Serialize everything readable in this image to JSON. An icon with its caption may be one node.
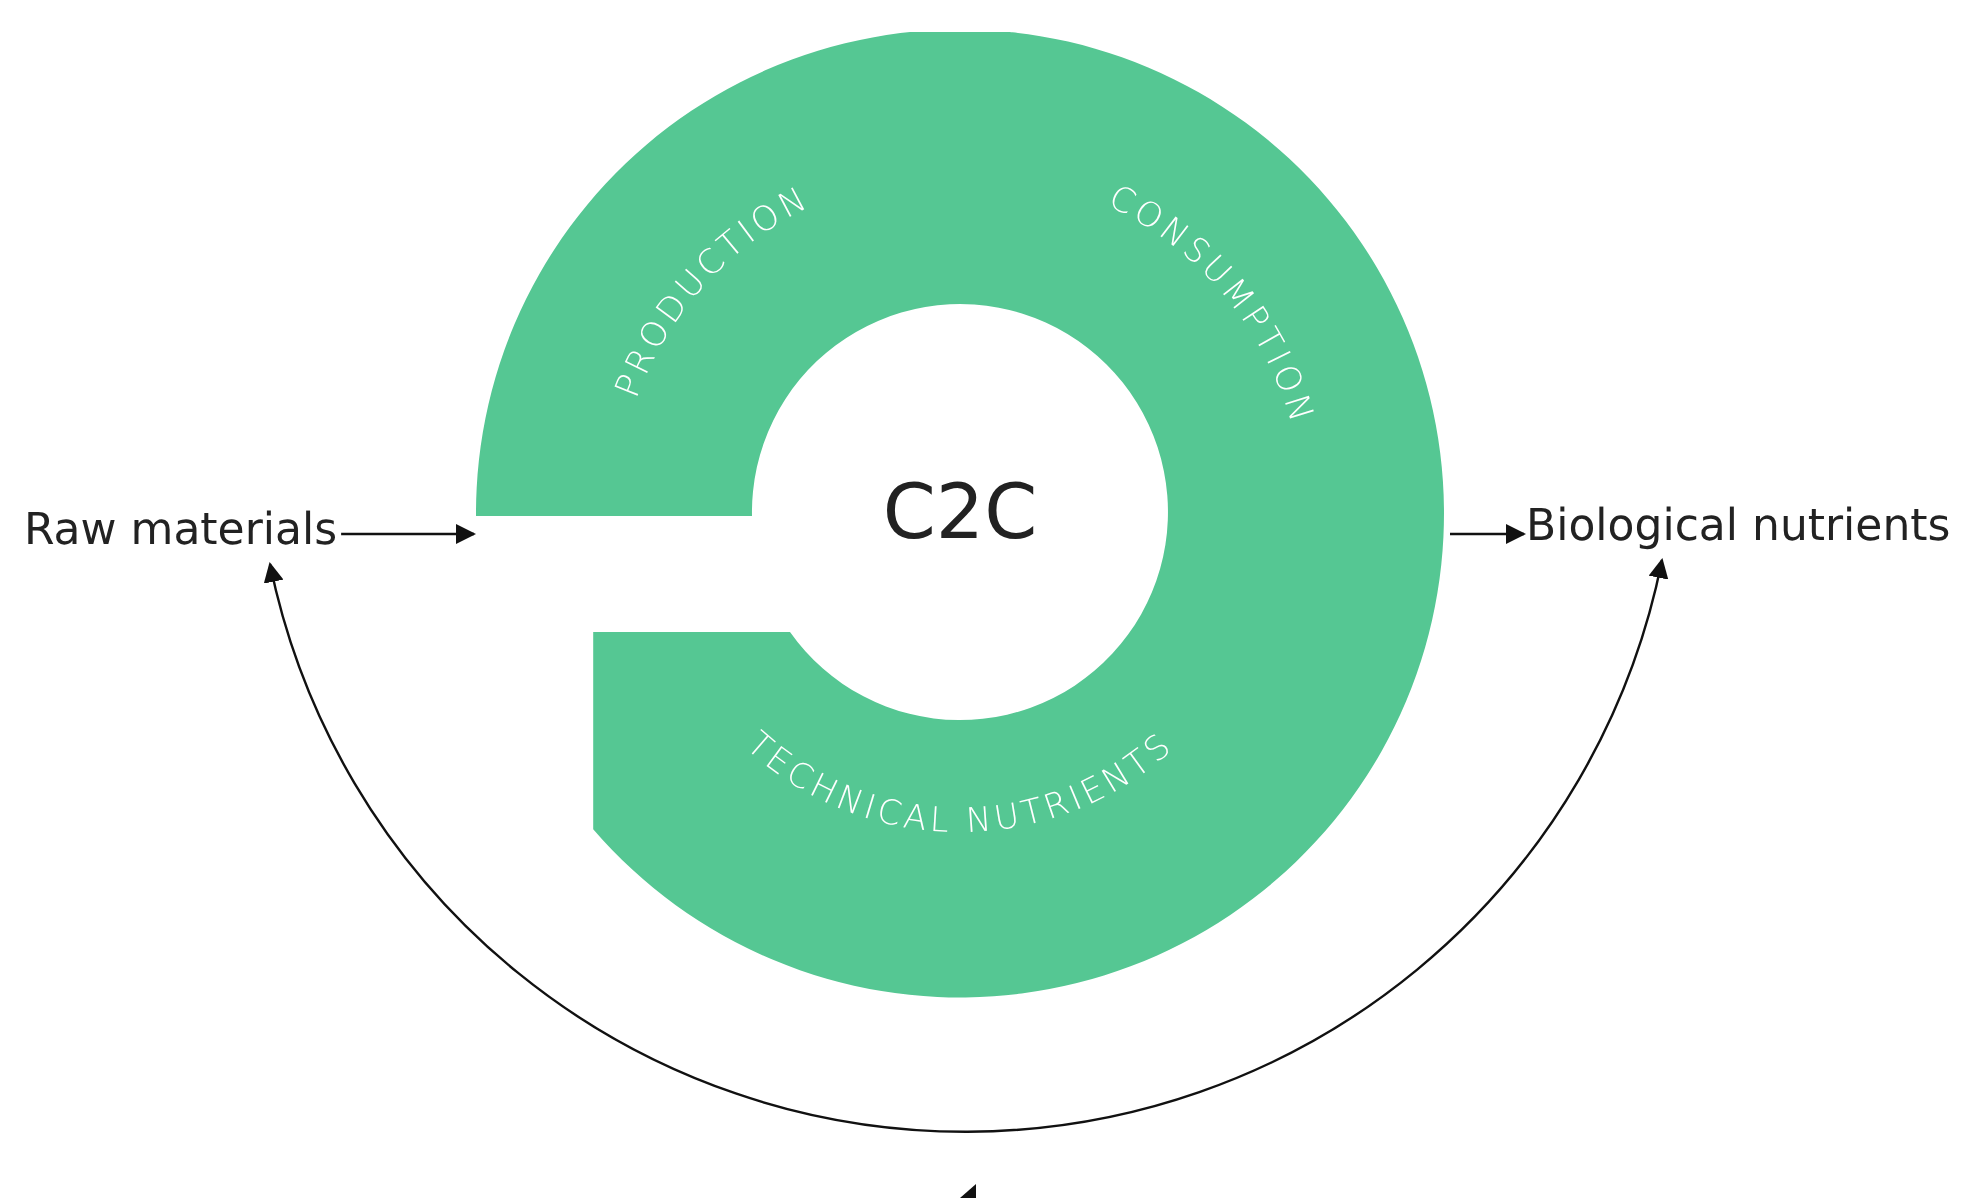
{
  "diagram": {
    "nodes": [
      {
        "text": [
          "Raw materials"
        ]
      },
      {
        "text": [
          "PRODUCTION",
          "CONSUMPTION",
          "C2C",
          "TECHNICAL NUTRIENTS"
        ]
      },
      {
        "text": [
          "Biological nutrients"
        ]
      }
    ],
    "edges": [
      {
        "from": 0,
        "to": 1,
        "arrow": "to"
      },
      {
        "from": 1,
        "to": 2,
        "arrow": "to"
      },
      {
        "from": 2,
        "to": 0,
        "arrow": "both"
      }
    ]
  }
}
